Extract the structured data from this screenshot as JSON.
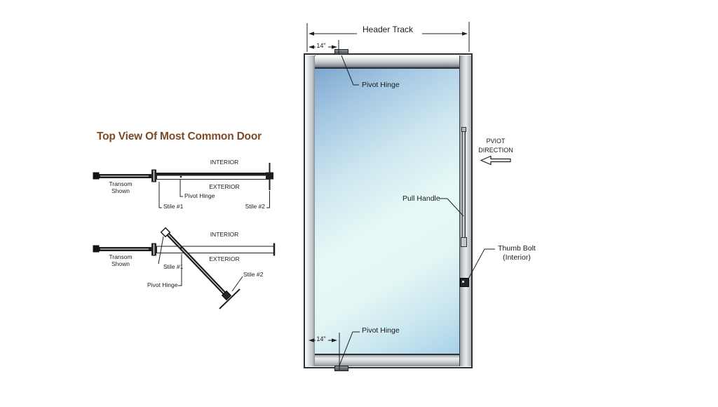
{
  "title": "Top View Of Most Common Door",
  "colors": {
    "title_brown": "#7d4a28",
    "line": "#1f1f1f",
    "glass_blue_top": "#7ea7cf",
    "glass_light": "#e7f9f6",
    "frame_gray": "#c3c7cb"
  },
  "top_view_closed": {
    "interior": "INTERIOR",
    "exterior": "EXTERIOR",
    "transom_line1": "Transom",
    "transom_line2": "Shown",
    "pivot_hinge": "Pivot Hinge",
    "stile1": "Stile #1",
    "stile2": "Stile #2"
  },
  "top_view_open": {
    "interior": "INTERIOR",
    "exterior": "EXTERIOR",
    "transom_line1": "Transom",
    "transom_line2": "Shown",
    "pivot_hinge": "Pivot Hinge",
    "stile1": "Stile #1",
    "stile2": "Stile #2"
  },
  "door": {
    "header_track": "Header Track",
    "top_offset": "14\"",
    "pivot_hinge_top": "Pivot Hinge",
    "pull_handle": "Pull Handle",
    "pivot_direction_line1": "PVIOT",
    "pivot_direction_line2": "DIRECTION",
    "thumb_bolt_line1": "Thumb Bolt",
    "thumb_bolt_line2": "(Interior)",
    "bottom_offset": "14\"",
    "pivot_hinge_bottom": "Pivot Hinge"
  }
}
